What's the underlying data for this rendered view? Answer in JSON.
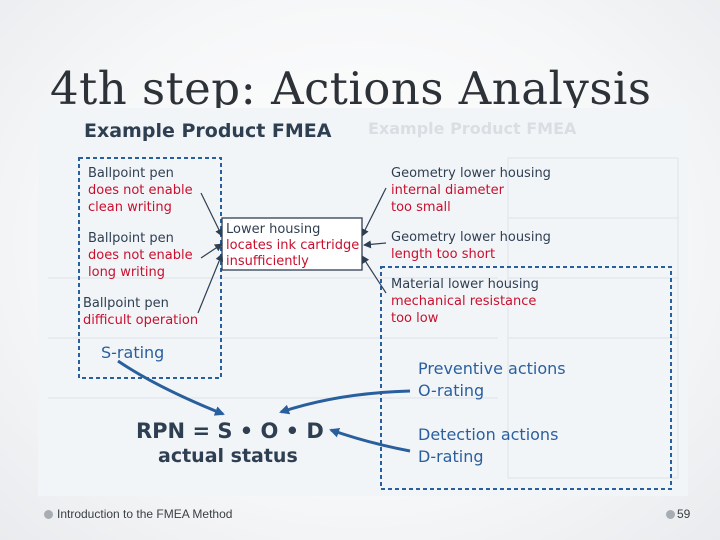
{
  "slide": {
    "title": "4th step: Actions Analysis",
    "footer_left": "Introduction to the FMEA Method",
    "page_number": "59"
  },
  "figure": {
    "heading": "Example Product FMEA",
    "effects": [
      {
        "line1": "Ballpoint pen",
        "line2": "does not enable",
        "line3": "clean writing"
      },
      {
        "line1": "Ballpoint pen",
        "line2": "does not enable",
        "line3": "long writing"
      },
      {
        "line1": "Ballpoint pen",
        "line2": "difficult operation"
      }
    ],
    "s_rating": "S-rating",
    "failure_mode": {
      "line1": "Lower housing",
      "line2": "locates ink cartridge",
      "line3": "insufficiently"
    },
    "causes": [
      {
        "line1": "Geometry lower housing",
        "line2": "internal diameter",
        "line3": "too small"
      },
      {
        "line1": "Geometry lower housing",
        "line2": "length too short"
      },
      {
        "line1": "Material lower housing",
        "line2": "mechanical resistance",
        "line3": "too low"
      }
    ],
    "preventive": {
      "line1": "Preventive actions",
      "line2": "O-rating"
    },
    "detection": {
      "line1": "Detection actions",
      "line2": "D-rating"
    },
    "rpn": {
      "formula": "RPN = S • O • D",
      "status": "actual status"
    },
    "colors": {
      "dark": "#2f3f52",
      "red": "#c8102e",
      "blue": "#2a5f9e",
      "background": "#f2f5f8"
    }
  }
}
